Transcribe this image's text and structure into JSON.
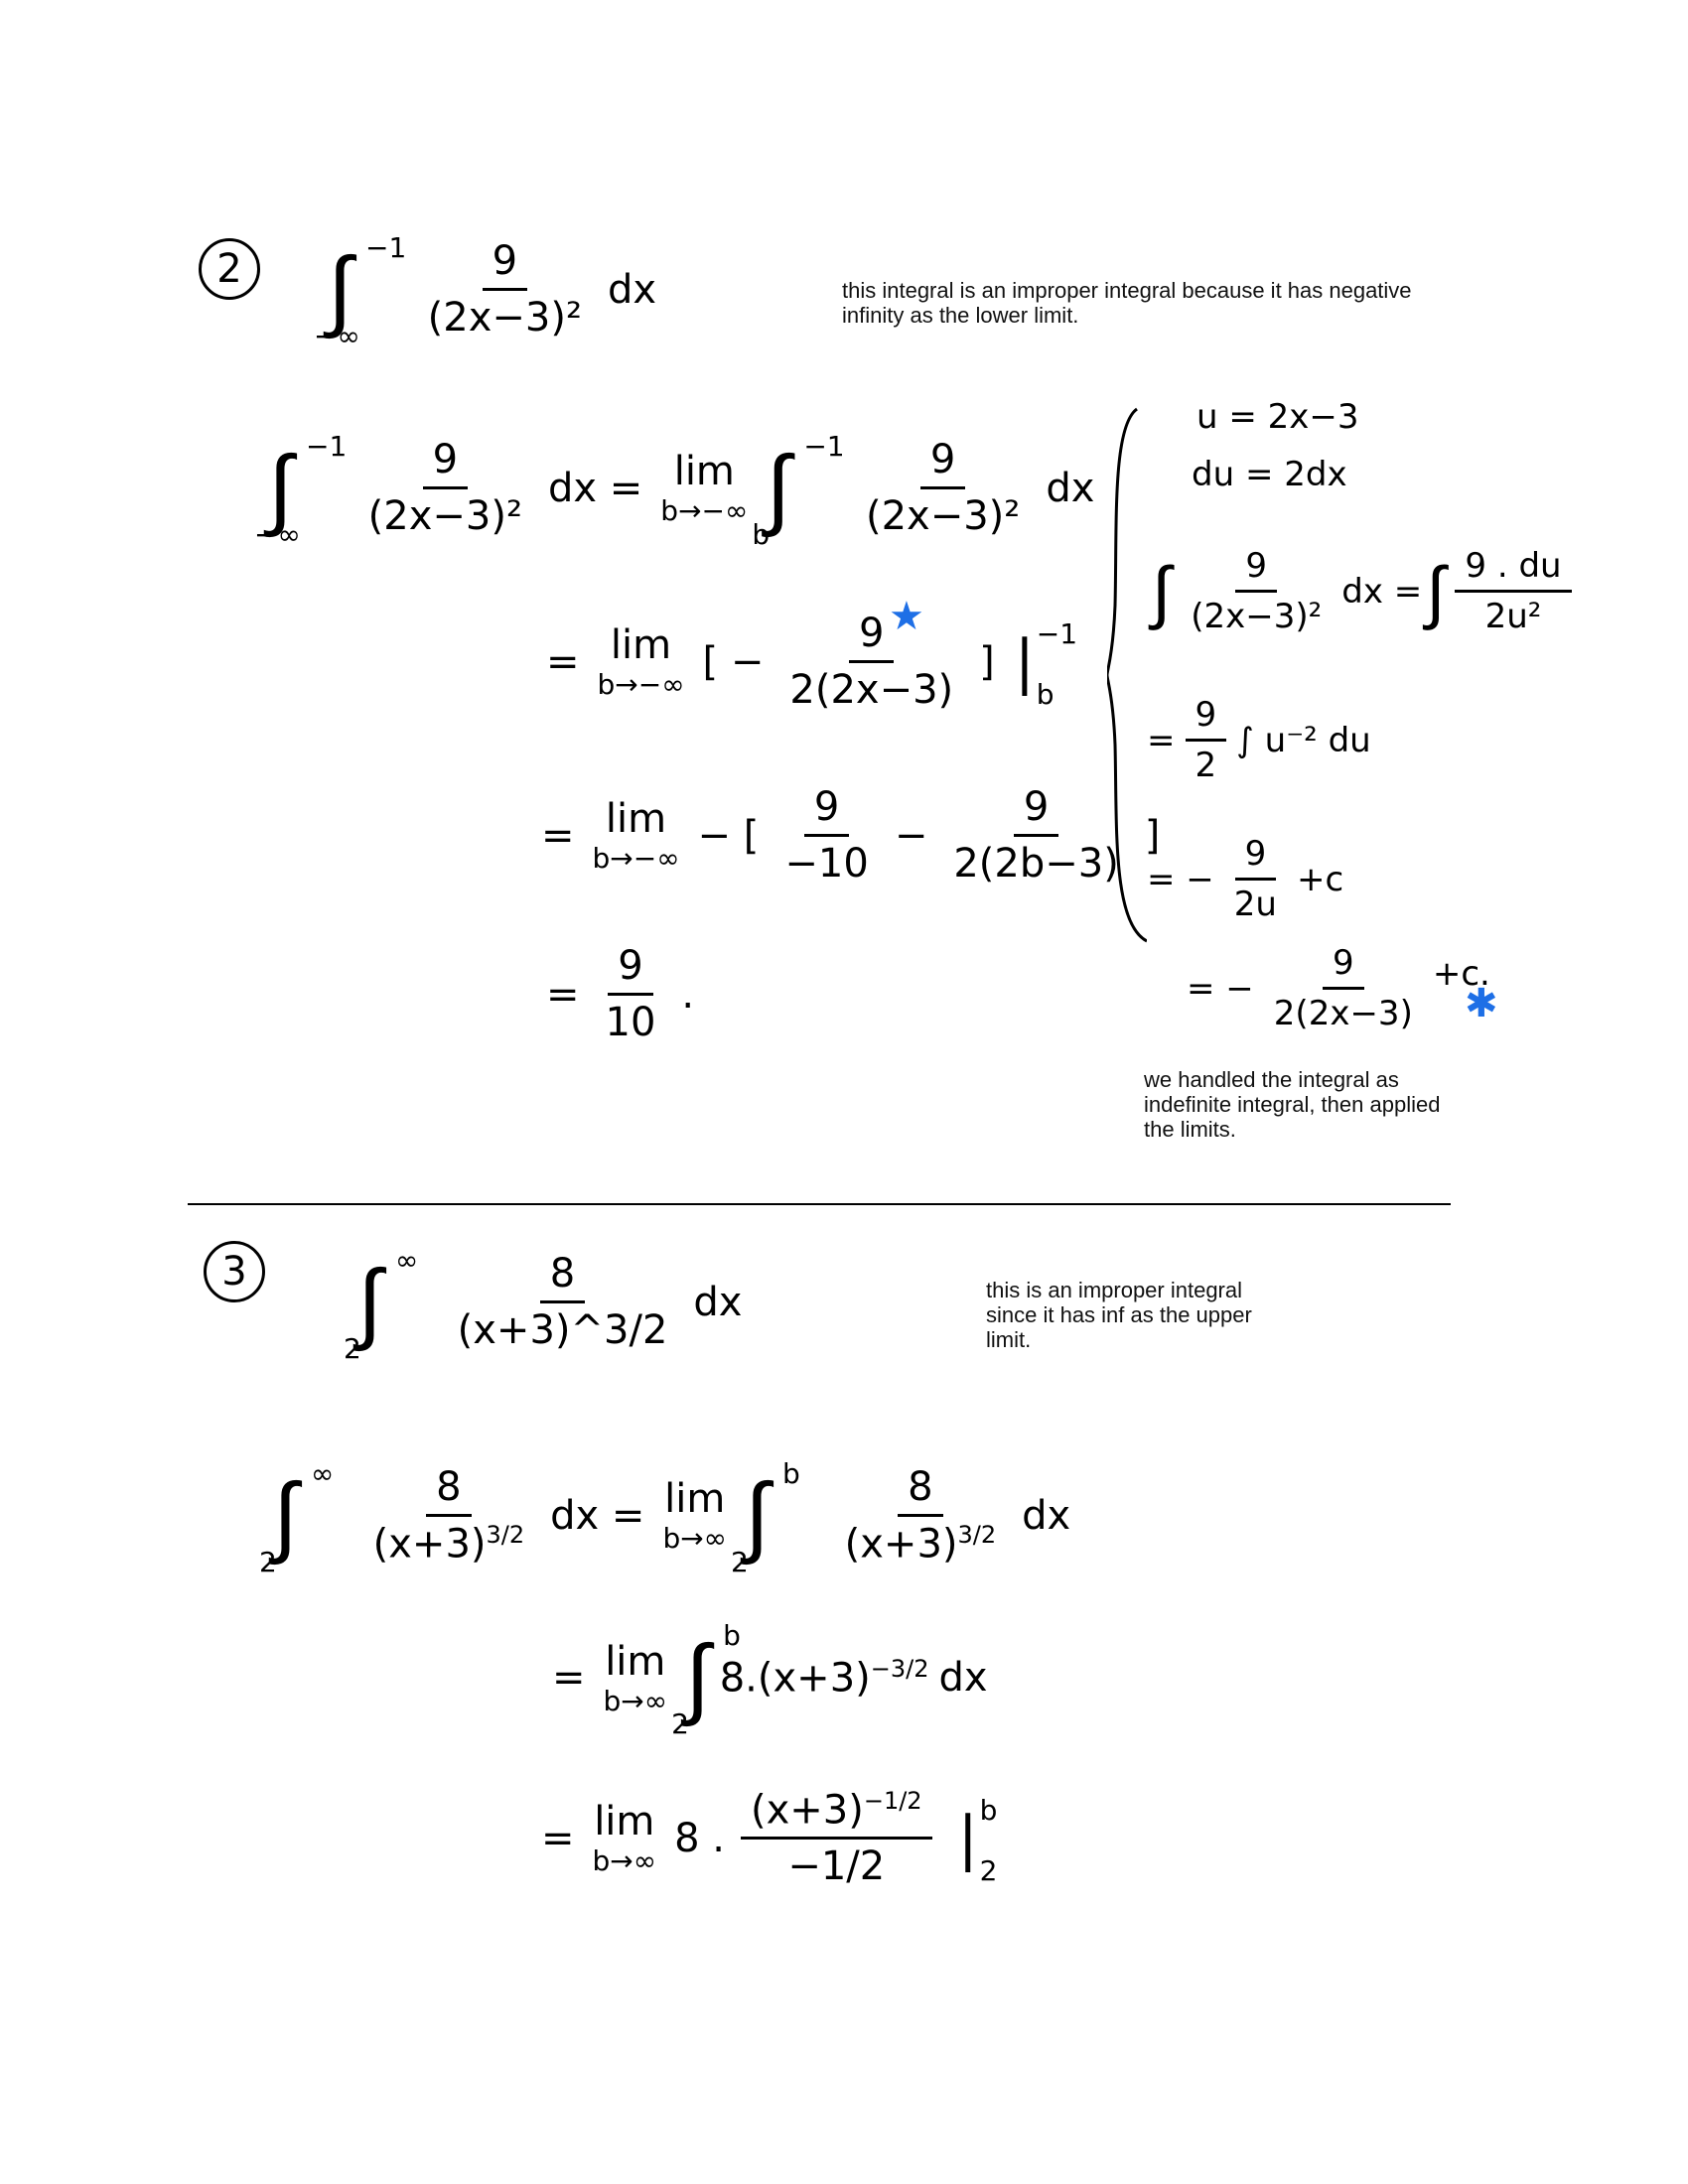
{
  "problem2": {
    "number": "2",
    "integral": {
      "upper": "−1",
      "lower": "−∞",
      "num": "9",
      "den": "(2x−3)²",
      "dx": "dx"
    },
    "note": "this integral is an improper integral because it has negative\ninfinity as the lower limit.",
    "line1": {
      "upper": "−1",
      "lower": "−∞",
      "num": "9",
      "den": "(2x−3)²",
      "dx": "dx =",
      "lim": "lim",
      "limsub": "b→−∞",
      "upper2": "−1",
      "lower2": "b",
      "num2": "9",
      "den2": "(2x−3)²",
      "dx2": "dx"
    },
    "line2": {
      "eq": "=",
      "lim": "lim",
      "limsub": "b→−∞",
      "open": "[ −",
      "num": "9",
      "den": "2(2x−3)",
      "close": "]",
      "upper": "−1",
      "lower": "b"
    },
    "line3": {
      "eq": "=",
      "lim": "lim",
      "limsub": "b→−∞",
      "open": "− [",
      "num1": "9",
      "den1": "−10",
      "minus": "−",
      "num2": "9",
      "den2": "2(2b−3)",
      "close": "]"
    },
    "line4": {
      "eq": "=",
      "num": "9",
      "den": "10",
      "dot": "."
    },
    "side": {
      "u": "u = 2x−3",
      "du": "du = 2dx",
      "s1": {
        "num": "9",
        "den": "(2x−3)²",
        "dx": "dx =",
        "num2": "9 . du",
        "den2": "2u²"
      },
      "s2": {
        "eq": "=",
        "num": "9",
        "den": "2",
        "rest": "∫ u⁻² du"
      },
      "s3": {
        "eq": "= −",
        "num": "9",
        "den": "2u",
        "rest": "+c"
      },
      "s4": {
        "eq": "= −",
        "num": "9",
        "den": "2(2x−3)",
        "rest": "+c."
      }
    },
    "note2": "we handled the integral as\nindefinite integral, then applied\nthe limits.",
    "star_color": "#1e6fe6"
  },
  "problem3": {
    "number": "3",
    "integral": {
      "upper": "∞",
      "lower": "2",
      "num": "8",
      "den": "(x+3)^3/2",
      "dx": "dx"
    },
    "note": "this is an improper integral\nsince it has inf as the upper\nlimit.",
    "line1": {
      "upper": "∞",
      "lower": "2",
      "num": "8",
      "den": "(x+3)",
      "exp": "3/2",
      "dx": "dx =",
      "lim": "lim",
      "limsub": "b→∞",
      "upper2": "b",
      "lower2": "2",
      "num2": "8",
      "den2": "(x+3)",
      "exp2": "3/2",
      "dx2": "dx"
    },
    "line2": {
      "eq": "=",
      "lim": "lim",
      "limsub": "b→∞",
      "upper": "b",
      "lower": "2",
      "body": "8.(x+3)",
      "exp": "−3/2",
      "dx": "dx"
    },
    "line3": {
      "eq": "=",
      "lim": "lim",
      "limsub": "b→∞",
      "coef": "8 .",
      "num": "(x+3)",
      "exp": "−1/2",
      "den": "−1/2",
      "upper": "b",
      "lower": "2"
    }
  }
}
